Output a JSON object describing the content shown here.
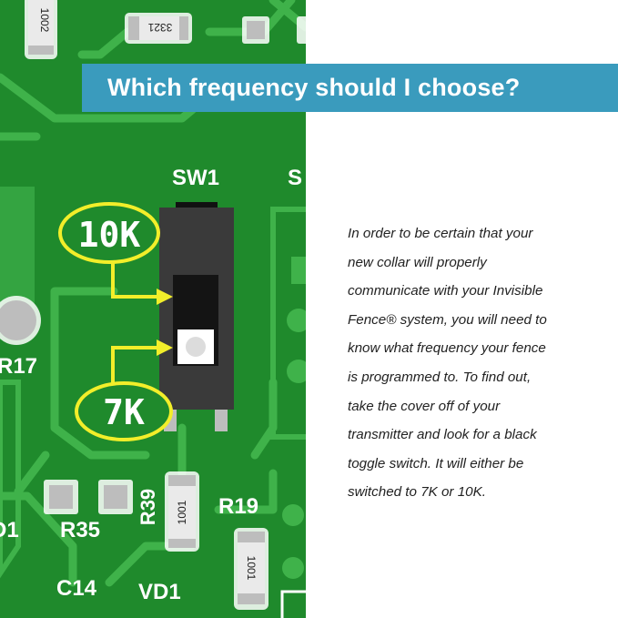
{
  "header": {
    "title": "Which frequency should I choose?"
  },
  "body": {
    "paragraph_lines": [
      "In order to be certain that your",
      "new collar will properly",
      "communicate with your Invisible",
      "Fence® system, you will need to",
      "know what frequency your fence",
      "is programmed to. To find out,",
      "take the cover off of your",
      "transmitter and look for a black",
      "toggle switch. It will either be",
      "switched to 7K or 10K."
    ]
  },
  "board": {
    "switch_label": "SW1",
    "switch_label_partial": "S",
    "callout_10k": "10K",
    "callout_7k": "7K",
    "labels": {
      "r35": "R35",
      "r39": "R39",
      "r19": "R19",
      "c14": "C14",
      "vd1": "VD1",
      "r17": "R17",
      "d1_partial": "D1"
    },
    "resistor_codes": {
      "top_left": "1002",
      "top_center": "3321",
      "mid": "1001",
      "bottom": "1001"
    }
  },
  "colors": {
    "pcb_green": "#1f8a2c",
    "trace_green": "#3fb24a",
    "banner_blue": "#3a9bbd",
    "callout_yellow": "#f2ee2a"
  }
}
